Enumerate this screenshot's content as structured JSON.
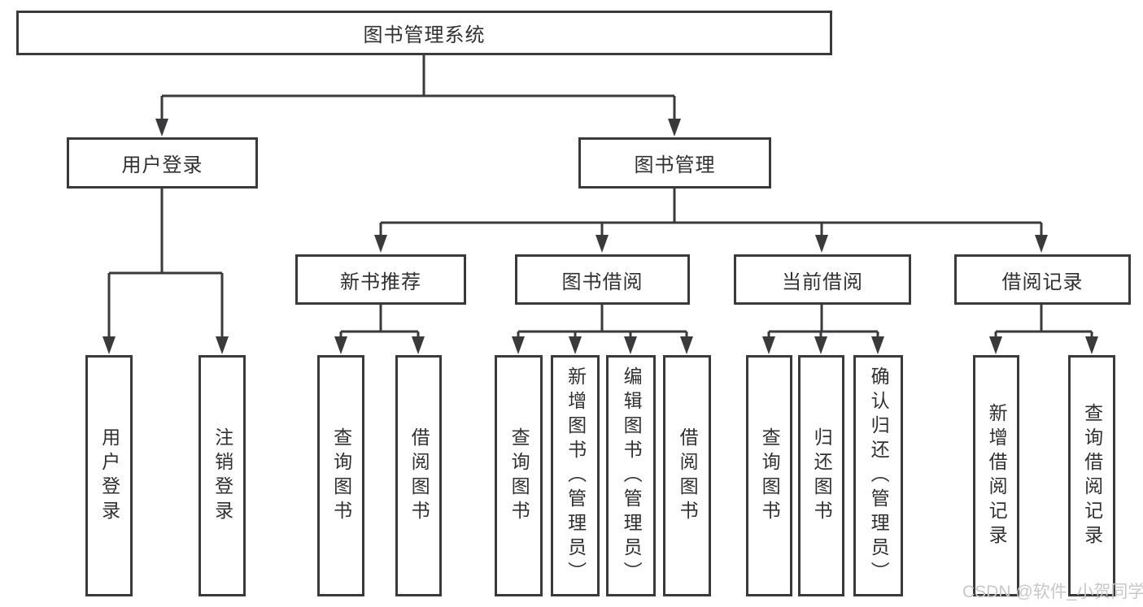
{
  "diagram": {
    "root": "图书管理系统",
    "branch_user": {
      "label": "用户登录",
      "children": [
        "用户登录",
        "注销登录"
      ]
    },
    "branch_book": {
      "label": "图书管理",
      "groups": [
        {
          "label": "新书推荐",
          "children": [
            "查询图书",
            "借阅图书"
          ]
        },
        {
          "label": "图书借阅",
          "children": [
            "查询图书",
            "新增图书（管理员）",
            "编辑图书（管理员）",
            "借阅图书"
          ]
        },
        {
          "label": "当前借阅",
          "children": [
            "查询图书",
            "归还图书",
            "确认归还（管理员）"
          ]
        },
        {
          "label": "借阅记录",
          "children": [
            "新增借阅记录",
            "查询借阅记录"
          ]
        }
      ]
    },
    "watermark": "CSDN @软件_小贺同学",
    "colors": {
      "line": "#3a3a3c",
      "text": "#303032",
      "background": "#ffffff",
      "watermark": "#c8c8c8"
    }
  }
}
